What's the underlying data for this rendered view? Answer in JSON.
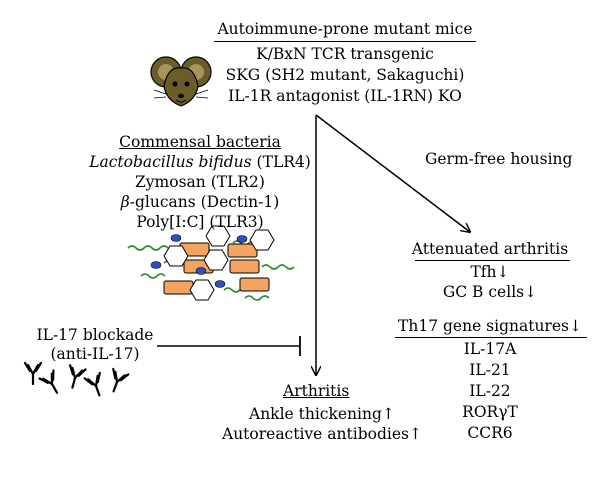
{
  "mice": {
    "title": "Autoimmune-prone mutant mice",
    "items": [
      "K/BxN TCR transgenic",
      "SKG (SH2 mutant, Sakaguchi)",
      "IL-1R antagonist (IL-1RN) KO"
    ]
  },
  "bacteria": {
    "title": "Commensal bacteria",
    "items": [
      {
        "italic": "Lactobacillus bifidus",
        "plain": " (TLR4)"
      },
      {
        "italic": "",
        "plain": "Zymosan (TLR2)"
      },
      {
        "italic": "β",
        "plain": "-glucans (Dectin-1)"
      },
      {
        "italic": "",
        "plain": "Poly[I:C] (TLR3)"
      }
    ]
  },
  "germfree": {
    "label": "Germ-free housing"
  },
  "attenuated": {
    "title": "Attenuated arthritis",
    "items": [
      "Tfh↓",
      "GC B cells↓"
    ]
  },
  "th17": {
    "title": "Th17 gene signatures↓",
    "genes": [
      "IL-17A",
      "IL-21",
      "IL-22",
      "RORγT",
      "CCR6"
    ]
  },
  "blockade": {
    "line1": "IL-17 blockade",
    "line2": "(anti-IL-17)"
  },
  "arthritis": {
    "title": "Arthritis",
    "items": [
      "Ankle thickening↑",
      "Autoreactive antibodies↑"
    ]
  },
  "colors": {
    "mouse_body": "#6b5d2a",
    "bacteria_rod": "#f4a460",
    "bacteria_coccus": "#2b4fc4",
    "bacteria_spiral": "#2e8b2e"
  },
  "icons": [
    "mouse-icon",
    "bacteria-cluster-icon",
    "antibody-icon"
  ]
}
